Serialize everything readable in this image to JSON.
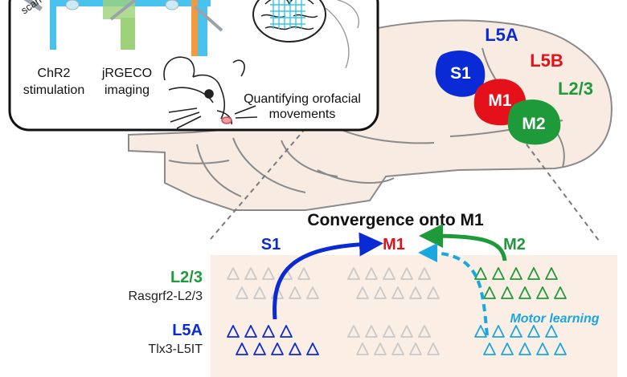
{
  "panel_top": {
    "scan_label": "scan",
    "chr2": [
      "ChR2",
      "stimulation"
    ],
    "jrgeco": [
      "jRGECO",
      "imaging"
    ],
    "orofacial": [
      "Quantifying orofacial",
      "movements"
    ]
  },
  "brain": {
    "regions": [
      {
        "name": "S1",
        "layer": "L5A",
        "color": "#0a2ad6"
      },
      {
        "name": "M1",
        "layer": "L5B",
        "color": "#e4111b"
      },
      {
        "name": "M2",
        "layer": "L2/3",
        "color": "#1f9a3a"
      }
    ]
  },
  "circuit": {
    "title": "Convergence onto M1",
    "col_labels": [
      {
        "text": "S1",
        "color": "#0a2ad6"
      },
      {
        "text": "M1",
        "color": "#e4111b"
      },
      {
        "text": "M2",
        "color": "#1f9a3a"
      }
    ],
    "rows": [
      {
        "layer": "L2/3",
        "line": "Rasgrf2-L2/3",
        "color": "#1f9a3a"
      },
      {
        "layer": "L5A",
        "line": "Tlx3-L5IT",
        "color": "#0a2ad6"
      }
    ],
    "motor_learning": "Motor learning",
    "colors": {
      "s1": "#0a2ad6",
      "m2": "#1f9a3a",
      "learning": "#1aa7e0",
      "grey": "#c8c8c8",
      "panel": "#fbeee4"
    }
  }
}
